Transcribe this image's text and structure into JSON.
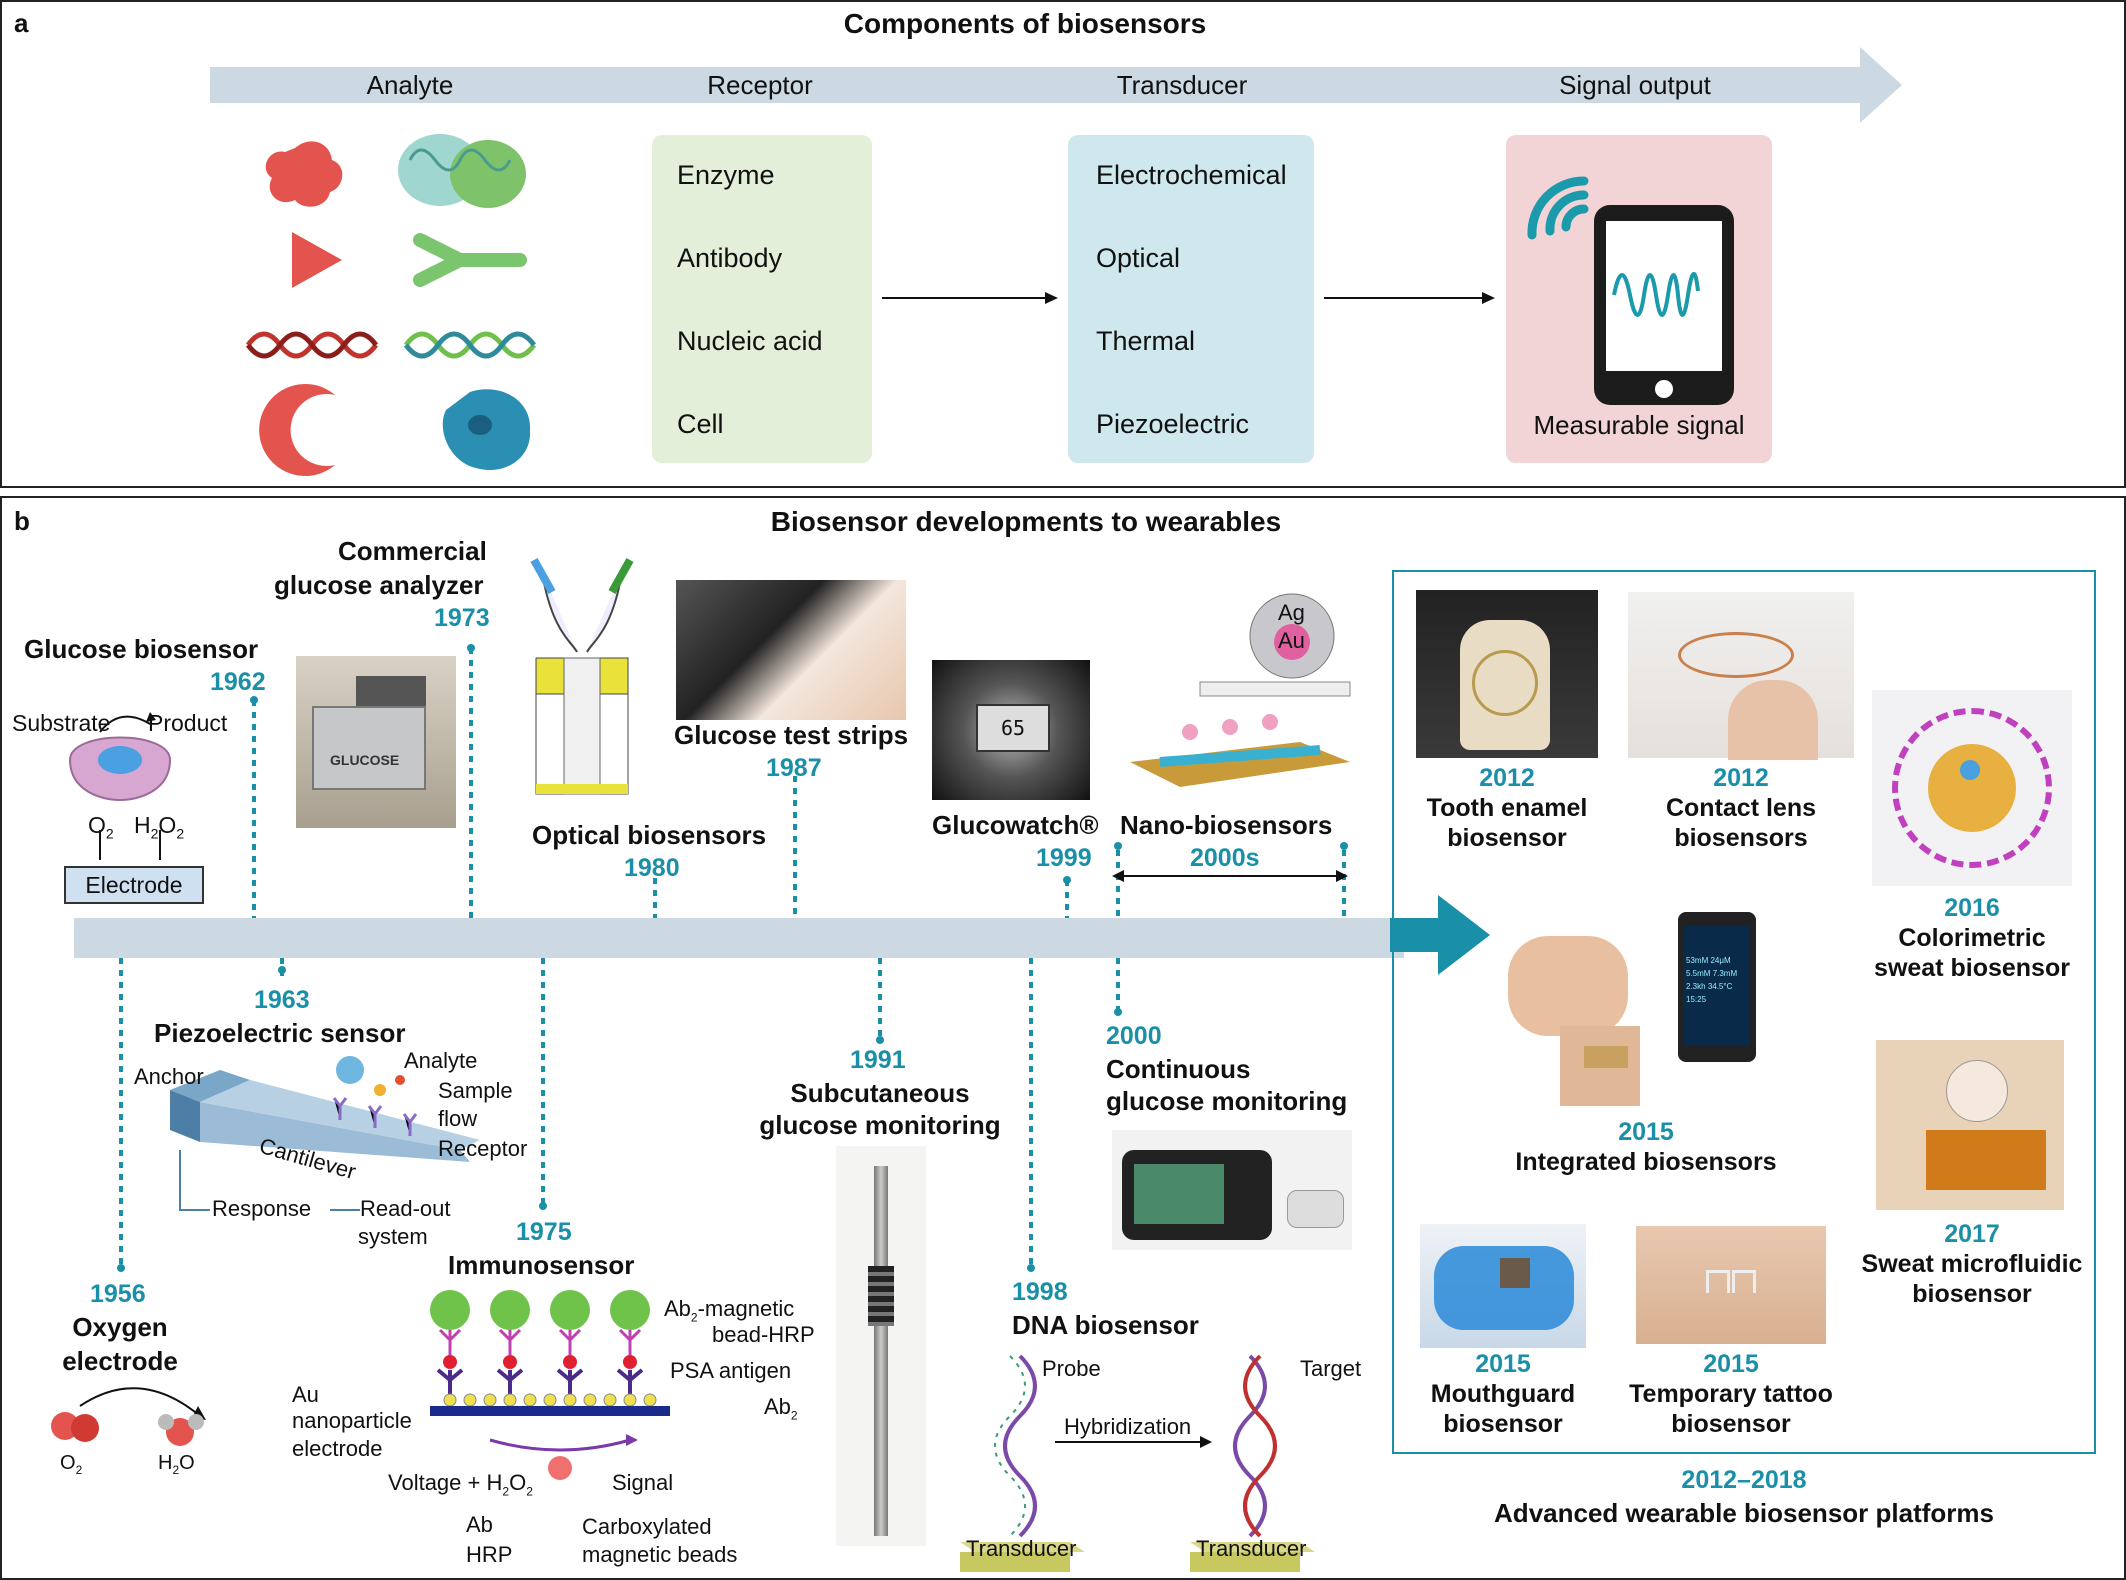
{
  "panel_a": {
    "label": "a",
    "title": "Components of biosensors",
    "stages": [
      "Analyte",
      "Receptor",
      "Transducer",
      "Signal output"
    ],
    "receptor_items": [
      "Enzyme",
      "Antibody",
      "Nucleic acid",
      "Cell"
    ],
    "transducer_items": [
      "Electrochemical",
      "Optical",
      "Thermal",
      "Piezoelectric"
    ],
    "signal_label": "Measurable signal",
    "colors": {
      "receptor_bg": "#e3efd8",
      "transducer_bg": "#cfe8ee",
      "signal_bg": "#f2d4d6",
      "arrow": "#ccd9e2"
    }
  },
  "panel_b": {
    "label": "b",
    "title": "Biosensor developments to wearables",
    "accent": "#1a8fa8",
    "events_top": [
      {
        "title_lines": [
          "Glucose biosensor"
        ],
        "year": "1962"
      },
      {
        "title_lines": [
          "Commercial",
          "glucose analyzer"
        ],
        "year": "1973"
      },
      {
        "title_lines": [
          "Optical biosensors"
        ],
        "year": "1980"
      },
      {
        "title_lines": [
          "Glucose test strips"
        ],
        "year": "1987"
      },
      {
        "title_lines": [
          "Glucowatch®"
        ],
        "year": "1999"
      },
      {
        "title_lines": [
          "Nano-biosensors"
        ],
        "year": "2000s"
      }
    ],
    "events_bottom": [
      {
        "title_lines": [
          "Oxygen",
          "electrode"
        ],
        "year": "1956"
      },
      {
        "title_lines": [
          "Piezoelectric sensor"
        ],
        "year": "1963"
      },
      {
        "title_lines": [
          "Immunosensor"
        ],
        "year": "1975"
      },
      {
        "title_lines": [
          "Subcutaneous",
          "glucose monitoring"
        ],
        "year": "1991"
      },
      {
        "title_lines": [
          "DNA biosensor"
        ],
        "year": "1998"
      },
      {
        "title_lines": [
          "Continuous",
          "glucose monitoring"
        ],
        "year": "2000"
      }
    ],
    "glucose_labels": {
      "substrate": "Substrate",
      "product": "Product",
      "o2": "O",
      "h2o2": "H",
      "electrode": "Electrode"
    },
    "oxygen_labels": {
      "o2": "O",
      "h2o": "H",
      "h2o_tail": "O"
    },
    "glucose_analyzer_text": "GLUCOSE",
    "nano_labels": {
      "ag": "Ag",
      "au": "Au"
    },
    "piezo_labels": {
      "anchor": "Anchor",
      "analyte": "Analyte",
      "sample": "Sample",
      "flow": "flow",
      "receptor": "Receptor",
      "cantilever": "Cantilever",
      "response": "Response",
      "readout": "Read-out",
      "system": "system"
    },
    "immuno_labels": {
      "ab2_bead": "Ab",
      "ab2_bead_tail": "-magnetic",
      "bead_hrp": "bead-HRP",
      "psa": "PSA antigen",
      "ab2": "Ab",
      "au1": "Au",
      "au2": "nanoparticle",
      "au3": "electrode",
      "voltage": "Voltage + H",
      "voltage_tail": "O",
      "signal": "Signal",
      "ab": "Ab",
      "hrp": "HRP",
      "beads1": "Carboxylated",
      "beads2": "magnetic beads"
    },
    "dna_labels": {
      "probe": "Probe",
      "target": "Target",
      "hybridization": "Hybridization",
      "transducer": "Transducer"
    },
    "wearables": {
      "tooth": {
        "year": "2012",
        "lines": [
          "Tooth enamel",
          "biosensor"
        ]
      },
      "lens": {
        "year": "2012",
        "lines": [
          "Contact lens",
          "biosensors"
        ]
      },
      "colorimetric": {
        "year": "2016",
        "lines": [
          "Colorimetric",
          "sweat biosensor"
        ]
      },
      "integrated": {
        "year": "2015",
        "lines": [
          "Integrated biosensors"
        ]
      },
      "microfluidic": {
        "year": "2017",
        "lines": [
          "Sweat microfluidic",
          "biosensor"
        ]
      },
      "mouthguard": {
        "year": "2015",
        "lines": [
          "Mouthguard",
          "biosensor"
        ]
      },
      "tattoo": {
        "year": "2015",
        "lines": [
          "Temporary tattoo",
          "biosensor"
        ]
      }
    },
    "phone_readings": [
      "53mM",
      "24μM",
      "5.5mM",
      "7.3mM",
      "2.3kh",
      "34.5°C",
      "15:25"
    ],
    "platform_years": "2012–2018",
    "platform_title": "Advanced wearable biosensor platforms"
  }
}
